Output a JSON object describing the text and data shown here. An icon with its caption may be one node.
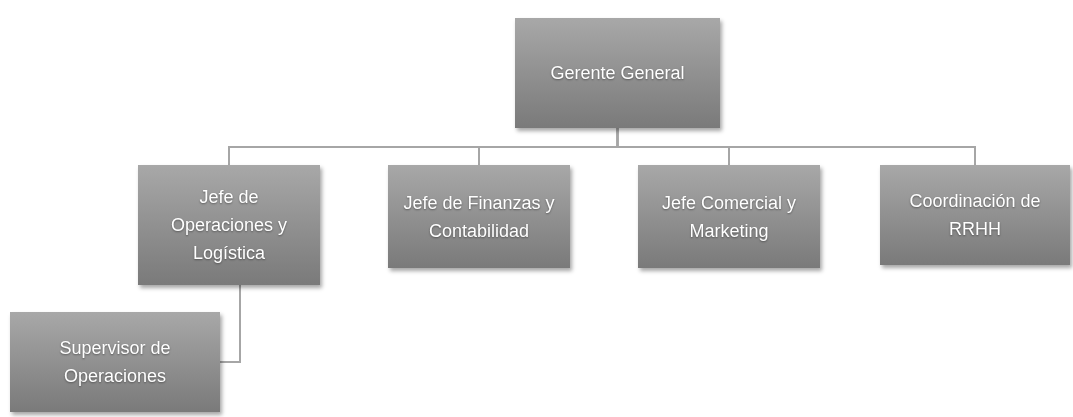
{
  "diagram": {
    "nodes": [
      {
        "text": [
          "Gerente General"
        ]
      },
      {
        "text": [
          "Jefe de Operaciones y Logística"
        ]
      },
      {
        "text": [
          "Jefe de Finanzas y Contabilidad"
        ]
      },
      {
        "text": [
          "Jefe Comercial y Marketing"
        ]
      },
      {
        "text": [
          "Coordinación de RRHH"
        ]
      },
      {
        "text": [
          "Supervisor de Operaciones"
        ]
      }
    ],
    "edges": [
      {
        "from": 0,
        "to": 1,
        "arrow": "none"
      },
      {
        "from": 0,
        "to": 2,
        "arrow": "none"
      },
      {
        "from": 0,
        "to": 3,
        "arrow": "none"
      },
      {
        "from": 0,
        "to": 4,
        "arrow": "none"
      },
      {
        "from": 1,
        "to": 5,
        "arrow": "none"
      }
    ]
  }
}
